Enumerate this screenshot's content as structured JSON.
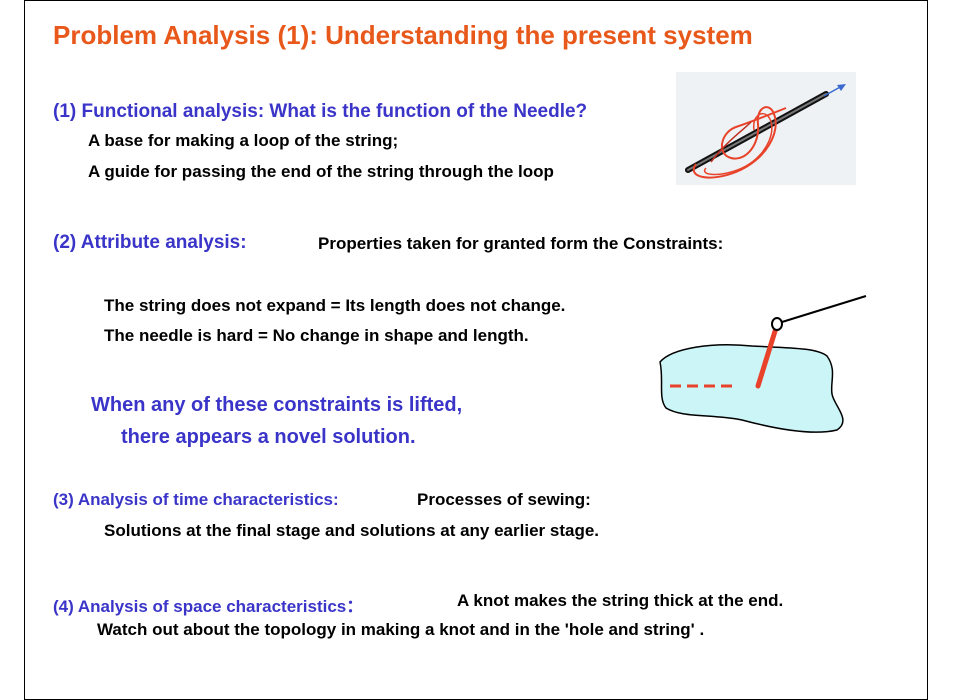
{
  "title": "Problem Analysis (1): Understanding the present system",
  "sections": [
    {
      "heading": "(1) Functional analysis:  What is the function of the Needle?",
      "lines": [
        "A base for making a loop of the string;",
        "A guide for passing the end of the string through the loop"
      ]
    },
    {
      "heading": "(2) Attribute analysis:",
      "subheading": "Properties taken for granted form the Constraints:",
      "lines": [
        "The string does not expand = Its length does not change.",
        "The needle is hard  = No change in shape and length."
      ],
      "emphasis": [
        "When any of these constraints is lifted,",
        "there appears a novel solution."
      ]
    },
    {
      "heading": "(3) Analysis of time characteristics:",
      "subheading": "Processes of sewing:",
      "lines": [
        "Solutions at the final stage and solutions at any earlier stage."
      ]
    },
    {
      "heading": "(4) Analysis of space characteristics：",
      "subheading": "A knot makes the string thick at the end.",
      "lines": [
        "Watch out about the topology in making a knot and in the 'hole and string' ."
      ]
    }
  ],
  "colors": {
    "title": "#e8581a",
    "heading": "#3a35c8",
    "body": "#000000",
    "fabric": "#ccf5f8",
    "thread": "#e8432a"
  }
}
